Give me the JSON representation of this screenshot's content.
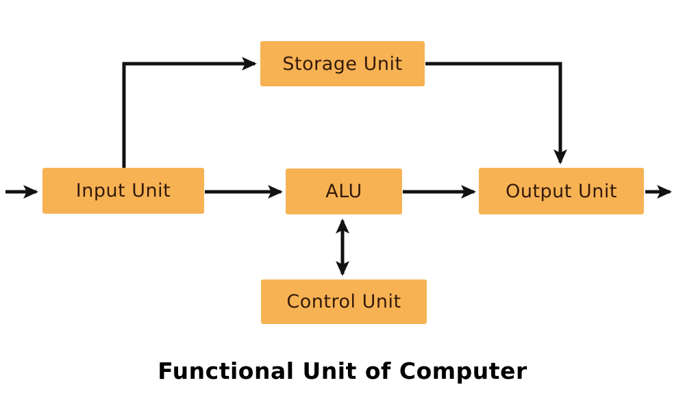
{
  "diagram": {
    "title": "Functional Unit of Computer",
    "nodes": {
      "storage": {
        "label": "Storage Unit"
      },
      "input": {
        "label": "Input Unit"
      },
      "alu": {
        "label": "ALU"
      },
      "output": {
        "label": "Output Unit"
      },
      "control": {
        "label": "Control Unit"
      }
    },
    "connections": [
      {
        "from": "external-left",
        "to": "input",
        "direction": "right"
      },
      {
        "from": "input",
        "to": "alu",
        "direction": "right"
      },
      {
        "from": "alu",
        "to": "output",
        "direction": "right"
      },
      {
        "from": "output",
        "to": "external-right",
        "direction": "right"
      },
      {
        "from": "input",
        "to": "storage",
        "direction": "up-then-right"
      },
      {
        "from": "storage",
        "to": "output",
        "direction": "right-then-down"
      },
      {
        "from": "alu",
        "to": "control",
        "direction": "bidirectional-vertical"
      }
    ],
    "colors": {
      "background": "#ffffff",
      "node_fill": "#f7b254",
      "node_text": "#331a0a",
      "arrow": "#121212",
      "title_text": "#000000"
    }
  }
}
